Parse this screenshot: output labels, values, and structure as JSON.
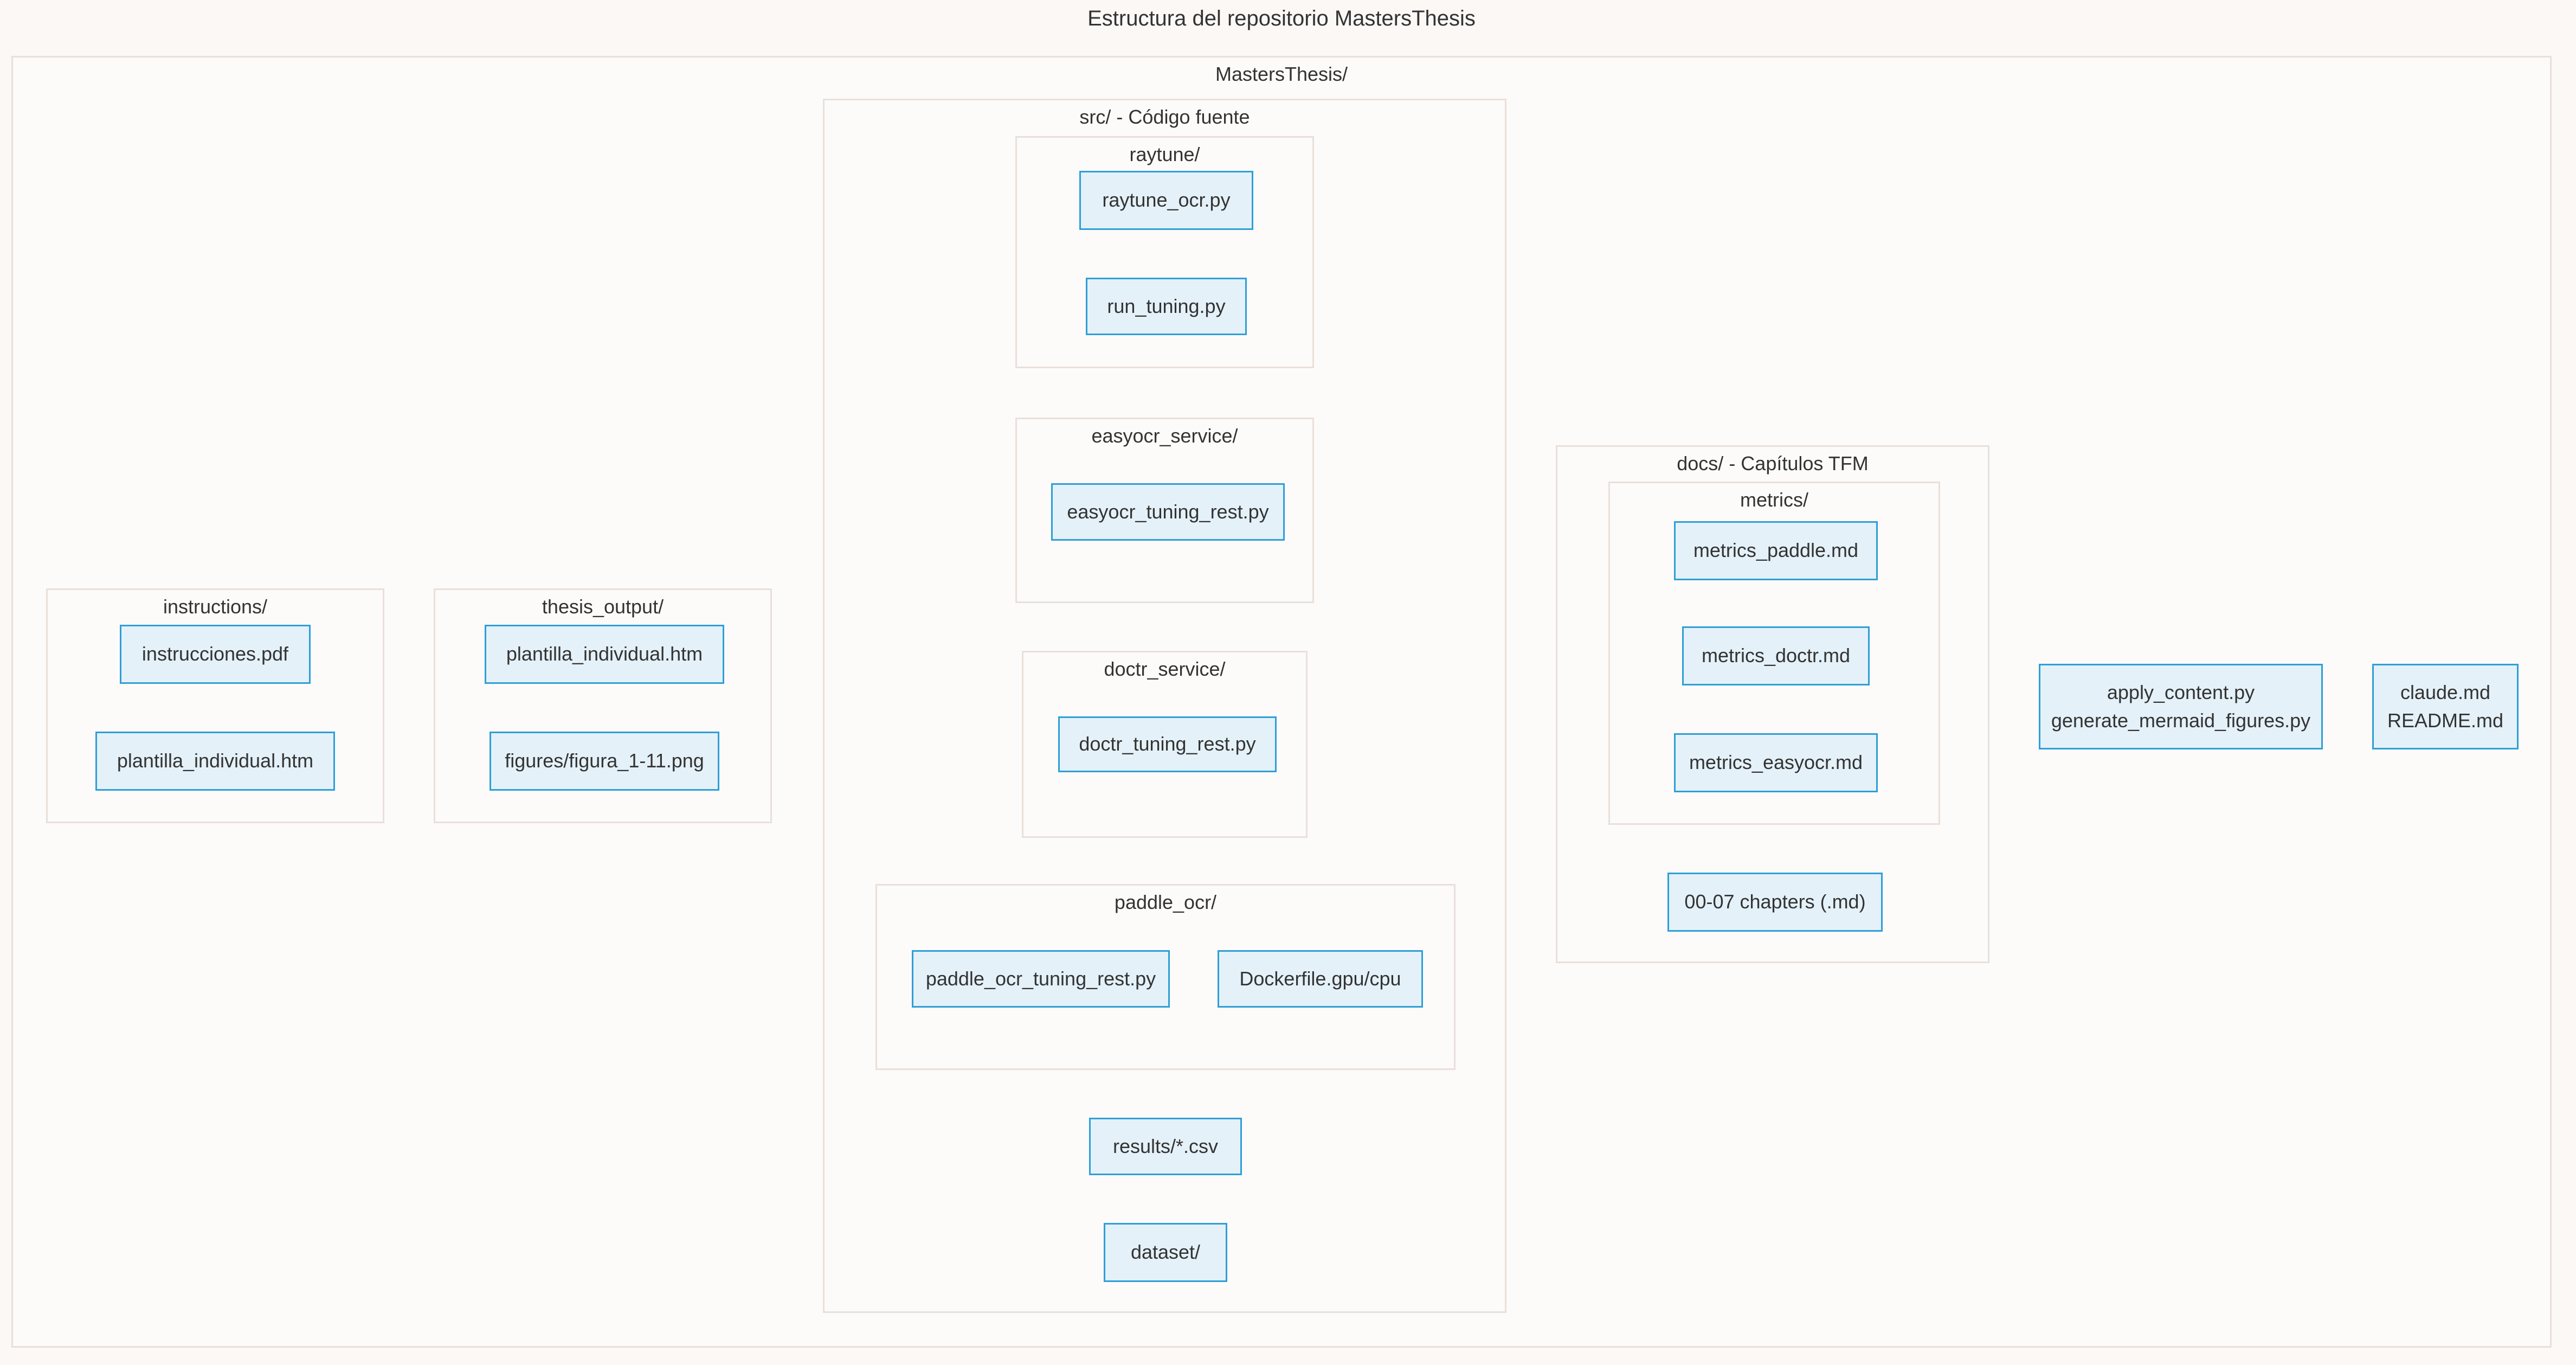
{
  "title": "Estructura del repositorio MastersThesis",
  "diagram": {
    "root": {
      "label": "MastersThesis/"
    },
    "clusters": {
      "src": {
        "label": "src/ - Código fuente"
      },
      "raytune": {
        "label": "raytune/"
      },
      "easyocr_service": {
        "label": "easyocr_service/"
      },
      "doctr_service": {
        "label": "doctr_service/"
      },
      "paddle_ocr": {
        "label": "paddle_ocr/"
      },
      "instructions": {
        "label": "instructions/"
      },
      "thesis_output": {
        "label": "thesis_output/"
      },
      "docs": {
        "label": "docs/ - Capítulos TFM"
      },
      "metrics": {
        "label": "metrics/"
      }
    },
    "nodes": {
      "raytune_ocr": {
        "label": "raytune_ocr.py"
      },
      "run_tuning": {
        "label": "run_tuning.py"
      },
      "easyocr_tuning_rest": {
        "label": "easyocr_tuning_rest.py"
      },
      "doctr_tuning_rest": {
        "label": "doctr_tuning_rest.py"
      },
      "paddle_ocr_tuning_rest": {
        "label": "paddle_ocr_tuning_rest.py"
      },
      "dockerfile": {
        "label": "Dockerfile.gpu/cpu"
      },
      "results_csv": {
        "label": "results/*.csv"
      },
      "dataset": {
        "label": "dataset/"
      },
      "instrucciones_pdf": {
        "label": "instrucciones.pdf"
      },
      "plantilla_instructions": {
        "label": "plantilla_individual.htm"
      },
      "plantilla_thesis": {
        "label": "plantilla_individual.htm"
      },
      "figures_png": {
        "label": "figures/figura_1-11.png"
      },
      "metrics_paddle": {
        "label": "metrics_paddle.md"
      },
      "metrics_doctr": {
        "label": "metrics_doctr.md"
      },
      "metrics_easyocr": {
        "label": "metrics_easyocr.md"
      },
      "chapters": {
        "label": "00-07 chapters (.md)"
      },
      "root_scripts": {
        "line1": "apply_content.py",
        "line2": "generate_mermaid_figures.py"
      },
      "root_docs": {
        "line1": "claude.md",
        "line2": "README.md"
      }
    },
    "colors": {
      "background": "#fbf8f6",
      "cluster_fill": "#fcfbf9",
      "cluster_border": "#eadfda",
      "node_fill": "#e4f1f9",
      "node_border": "#2f9fd7",
      "text": "#333333"
    }
  }
}
